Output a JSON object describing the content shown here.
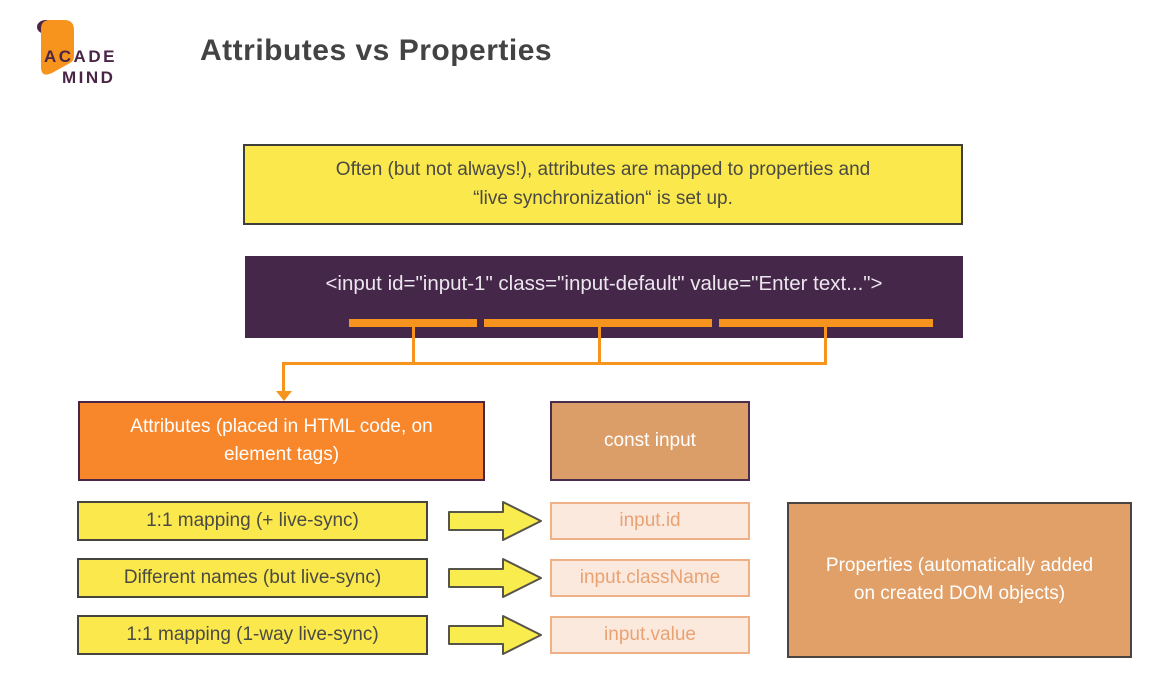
{
  "logo": {
    "line1": "ACADE",
    "line2": "MIND"
  },
  "title": "Attributes vs Properties",
  "info_box": {
    "line1": "Often (but not always!), attributes are mapped to properties and",
    "line2": "“live synchronization“ is set up."
  },
  "code_box": {
    "code": "<input id=\"input-1\" class=\"input-default\" value=\"Enter text...\">",
    "highlighted_parts": [
      "id=\"input-1\"",
      "class=\"input-default\"",
      "value=\"Enter text...\""
    ]
  },
  "attributes_box": {
    "label": "Attributes (placed in HTML code, on element tags)"
  },
  "const_box": {
    "label": "const input"
  },
  "rows": [
    {
      "mapping": "1:1 mapping (+ live-sync)",
      "property": "input.id"
    },
    {
      "mapping": "Different names (but live-sync)",
      "property": "input.className"
    },
    {
      "mapping": "1:1 mapping (1-way live-sync)",
      "property": "input.value"
    }
  ],
  "properties_box": {
    "label": "Properties (automatically added on created DOM objects)"
  },
  "colors": {
    "accent_orange": "#f7941e",
    "box_orange": "#f8862b",
    "tan": "#dc9e69",
    "yellow": "#fae84d",
    "purple": "#452749",
    "logo_purple": "#4a2545",
    "pink_fill": "#fbe9de",
    "pink_border": "#eeb087",
    "pink_text": "#e9a272",
    "title_text": "#434343"
  }
}
